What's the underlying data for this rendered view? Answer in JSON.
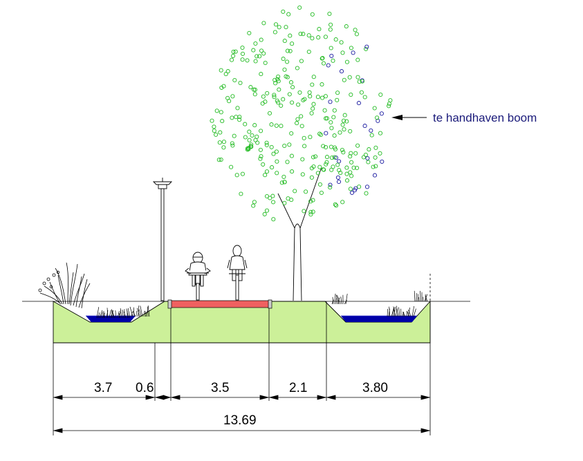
{
  "annotation": {
    "label": "te handhaven boom"
  },
  "dimensions": {
    "segments": [
      "3.7",
      "0.6",
      "3.5",
      "2.1",
      "3.80"
    ],
    "total": "13.69"
  },
  "colors": {
    "embankment": "#ccf099",
    "water": "#0000a8",
    "cycle_path": "#f06060",
    "tree_green": "#22bb22",
    "tree_blue": "#1a1aa0",
    "line": "#000000"
  },
  "icons": {
    "tree": "tree-icon",
    "street_lamp": "street-lamp-icon",
    "cyclist": "cyclist-icon",
    "reeds": "reeds-icon",
    "arrow": "arrow-left-icon"
  }
}
